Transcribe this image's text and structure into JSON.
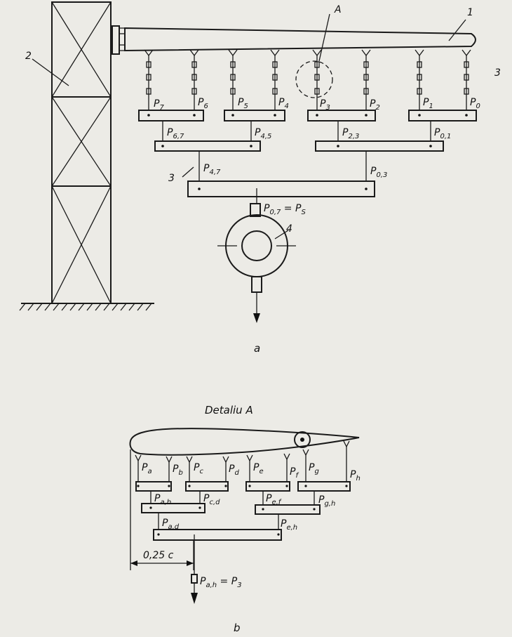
{
  "part_a": {
    "caption": "a",
    "callouts": {
      "n1": "1",
      "n2": "2",
      "n3_side": "3",
      "n3_link": "3",
      "n4": "4",
      "detail_ref": "A"
    },
    "force_labels": [
      {
        "main": "P",
        "sub": "7"
      },
      {
        "main": "P",
        "sub": "6"
      },
      {
        "main": "P",
        "sub": "5"
      },
      {
        "main": "P",
        "sub": "4"
      },
      {
        "main": "P",
        "sub": "3"
      },
      {
        "main": "P",
        "sub": "2"
      },
      {
        "main": "P",
        "sub": "1"
      },
      {
        "main": "P",
        "sub": "0"
      },
      {
        "main": "P",
        "sub": "6,7"
      },
      {
        "main": "P",
        "sub": "4,5"
      },
      {
        "main": "P",
        "sub": "2,3"
      },
      {
        "main": "P",
        "sub": "0,1"
      },
      {
        "main": "P",
        "sub": "4,7"
      },
      {
        "main": "P",
        "sub": "0,3"
      }
    ],
    "result": {
      "main": "P",
      "sub": "0,7",
      "eq": " = P",
      "eq_sub": "S"
    }
  },
  "part_b": {
    "title": "Detaliu A",
    "caption": "b",
    "dimension": "0,25 c",
    "force_labels": [
      {
        "main": "P",
        "sub": "a"
      },
      {
        "main": "P",
        "sub": "b"
      },
      {
        "main": "P",
        "sub": "c"
      },
      {
        "main": "P",
        "sub": "d"
      },
      {
        "main": "P",
        "sub": "e"
      },
      {
        "main": "P",
        "sub": "f"
      },
      {
        "main": "P",
        "sub": "g"
      },
      {
        "main": "P",
        "sub": "h"
      },
      {
        "main": "P",
        "sub": "a,b"
      },
      {
        "main": "P",
        "sub": "c,d"
      },
      {
        "main": "P",
        "sub": "e,f"
      },
      {
        "main": "P",
        "sub": "g,h"
      },
      {
        "main": "P",
        "sub": "a,d"
      },
      {
        "main": "P",
        "sub": "e,h"
      }
    ],
    "result": {
      "main": "P",
      "sub": "a,h",
      "eq": " = P",
      "eq_sub": "3"
    }
  }
}
